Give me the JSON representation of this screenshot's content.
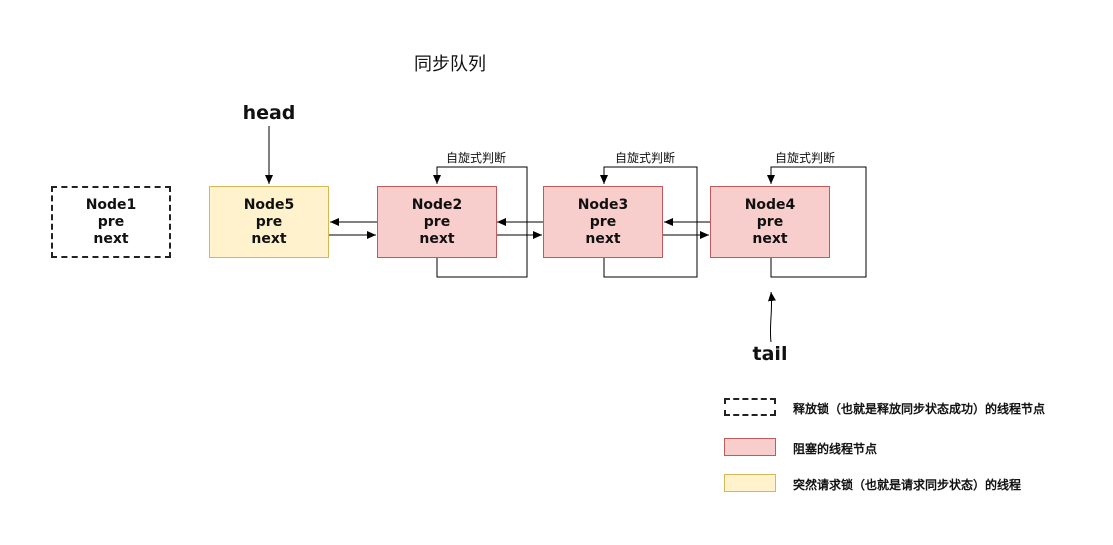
{
  "title": "同步队列",
  "head_label": "head",
  "tail_label": "tail",
  "nodes": [
    {
      "name": "Node1",
      "pre": "pre",
      "next": "next",
      "state": "released"
    },
    {
      "name": "Node5",
      "pre": "pre",
      "next": "next",
      "state": "sudden"
    },
    {
      "name": "Node2",
      "pre": "pre",
      "next": "next",
      "state": "blocked"
    },
    {
      "name": "Node3",
      "pre": "pre",
      "next": "next",
      "state": "blocked"
    },
    {
      "name": "Node4",
      "pre": "pre",
      "next": "next",
      "state": "blocked"
    }
  ],
  "spin_label": "自旋式判断",
  "legend": [
    {
      "type": "released",
      "text": "释放锁（也就是释放同步状态成功）的线程节点"
    },
    {
      "type": "blocked",
      "text": "阻塞的线程节点"
    },
    {
      "type": "sudden",
      "text": "突然请求锁（也就是请求同步状态）的线程"
    }
  ],
  "colors": {
    "blocked_fill": "#f8cecc",
    "blocked_stroke": "#c15a5a",
    "sudden_fill": "#fff2cc",
    "sudden_stroke": "#d6b656",
    "line": "#000000"
  }
}
